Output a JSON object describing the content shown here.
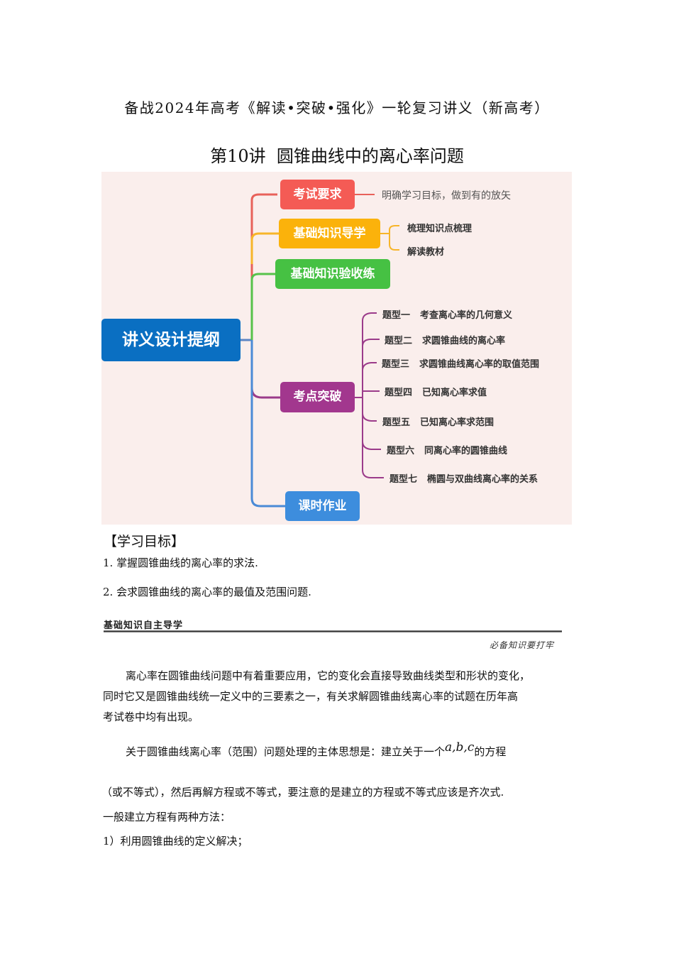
{
  "header": {
    "series_title": "备战2024年高考《解读•突破•强化》一轮复习讲义（新高考）",
    "lecture_prefix": "第",
    "lecture_num": "10",
    "lecture_suffix": "讲",
    "lecture_title": "圆锥曲线中的离心率问题"
  },
  "mindmap": {
    "background": "#faeeec",
    "root": {
      "label": "讲义设计提纲",
      "color": "#0a6fc2"
    },
    "branches": [
      {
        "label": "考试要求",
        "color": "#f45b55",
        "children": [
          "明确学习目标，做到有的放矢"
        ]
      },
      {
        "label": "基础知识导学",
        "color": "#fbb20b",
        "children": [
          "梳理知识点梳理",
          "解读教材"
        ]
      },
      {
        "label": "基础知识验收练",
        "color": "#46c143",
        "children": []
      },
      {
        "label": "考点突破",
        "color": "#a2378e",
        "children": [
          {
            "tag": "题型一",
            "text": "考查离心率的几何意义"
          },
          {
            "tag": "题型二",
            "text": "求圆锥曲线的离心率"
          },
          {
            "tag": "题型三",
            "text": "求圆锥曲线离心率的取值范围"
          },
          {
            "tag": "题型四",
            "text": "已知离心率求值"
          },
          {
            "tag": "题型五",
            "text": "已知离心率求范围"
          },
          {
            "tag": "题型六",
            "text": "同离心率的圆锥曲线"
          },
          {
            "tag": "题型七",
            "text": "椭圆与双曲线离心率的关系"
          }
        ]
      },
      {
        "label": "课时作业",
        "color": "#3d8ddd",
        "children": []
      }
    ]
  },
  "objectives": {
    "heading": "【学习目标】",
    "items": [
      "1. 掌握圆锥曲线的离心率的求法.",
      "2. 会求圆锥曲线的离心率的最值及范围问题."
    ]
  },
  "section_banner": {
    "label": "基础知识自主导学",
    "sub": "必备知识要打牢"
  },
  "body": {
    "p1_line1": "离心率在圆锥曲线问题中有着重要应用，它的变化会直接导致曲线类型和形状的变化，",
    "p1_line2": "同时它又是圆锥曲线统一定义中的三要素之一，有关求解圆锥曲线离心率的试题在历年高",
    "p1_line3": "考试卷中均有出现。",
    "p2_before": "关于圆锥曲线离心率（范围）问题处理的主体思想是：建立关于一个",
    "p2_math": "a,b,c",
    "p2_after": "的方程",
    "p3": "（或不等式），然后再解方程或不等式，要注意的是建立的方程或不等式应该是齐次式.",
    "p4": "一般建立方程有两种方法：",
    "p5": "1）利用圆锥曲线的定义解决；"
  }
}
